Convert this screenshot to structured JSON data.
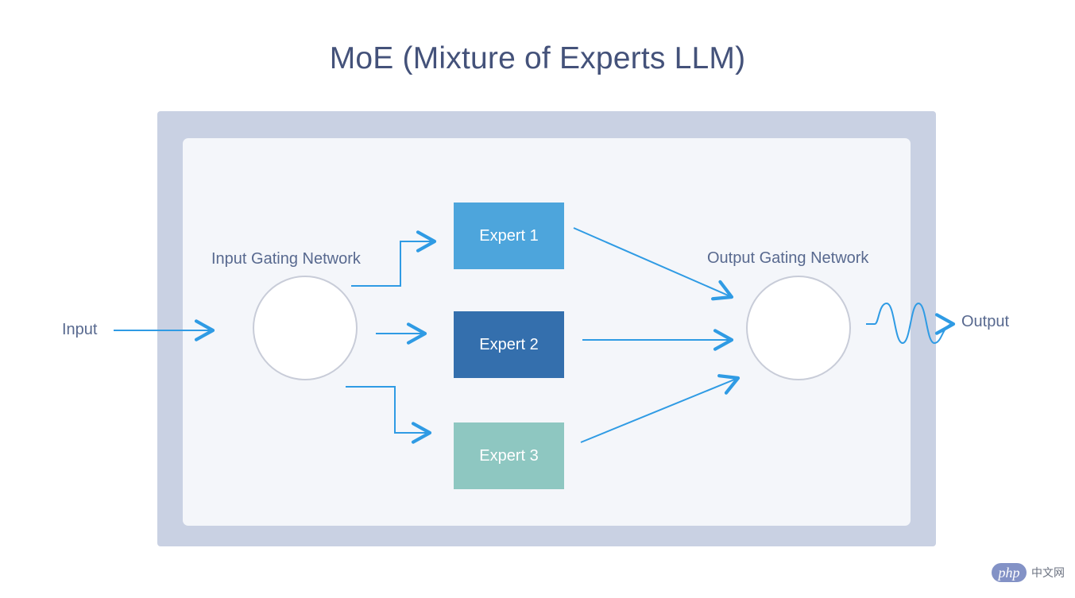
{
  "title": "MoE (Mixture of Experts LLM)",
  "labels": {
    "input": "Input",
    "input_gating": "Input Gating Network",
    "output_gating": "Output Gating Network",
    "output": "Output"
  },
  "experts": [
    {
      "label": "Expert 1",
      "color": "#4da5dc"
    },
    {
      "label": "Expert 2",
      "color": "#346fad"
    },
    {
      "label": "Expert 3",
      "color": "#8ec7c1"
    }
  ],
  "colors": {
    "title": "#44527a",
    "frame": "#c9d1e3",
    "panel": "#f4f6fa",
    "arrow": "#2f9be4",
    "label": "#58698f",
    "node_border": "#c8ccd8"
  },
  "watermark": {
    "logo": "php",
    "text": "中文网"
  }
}
